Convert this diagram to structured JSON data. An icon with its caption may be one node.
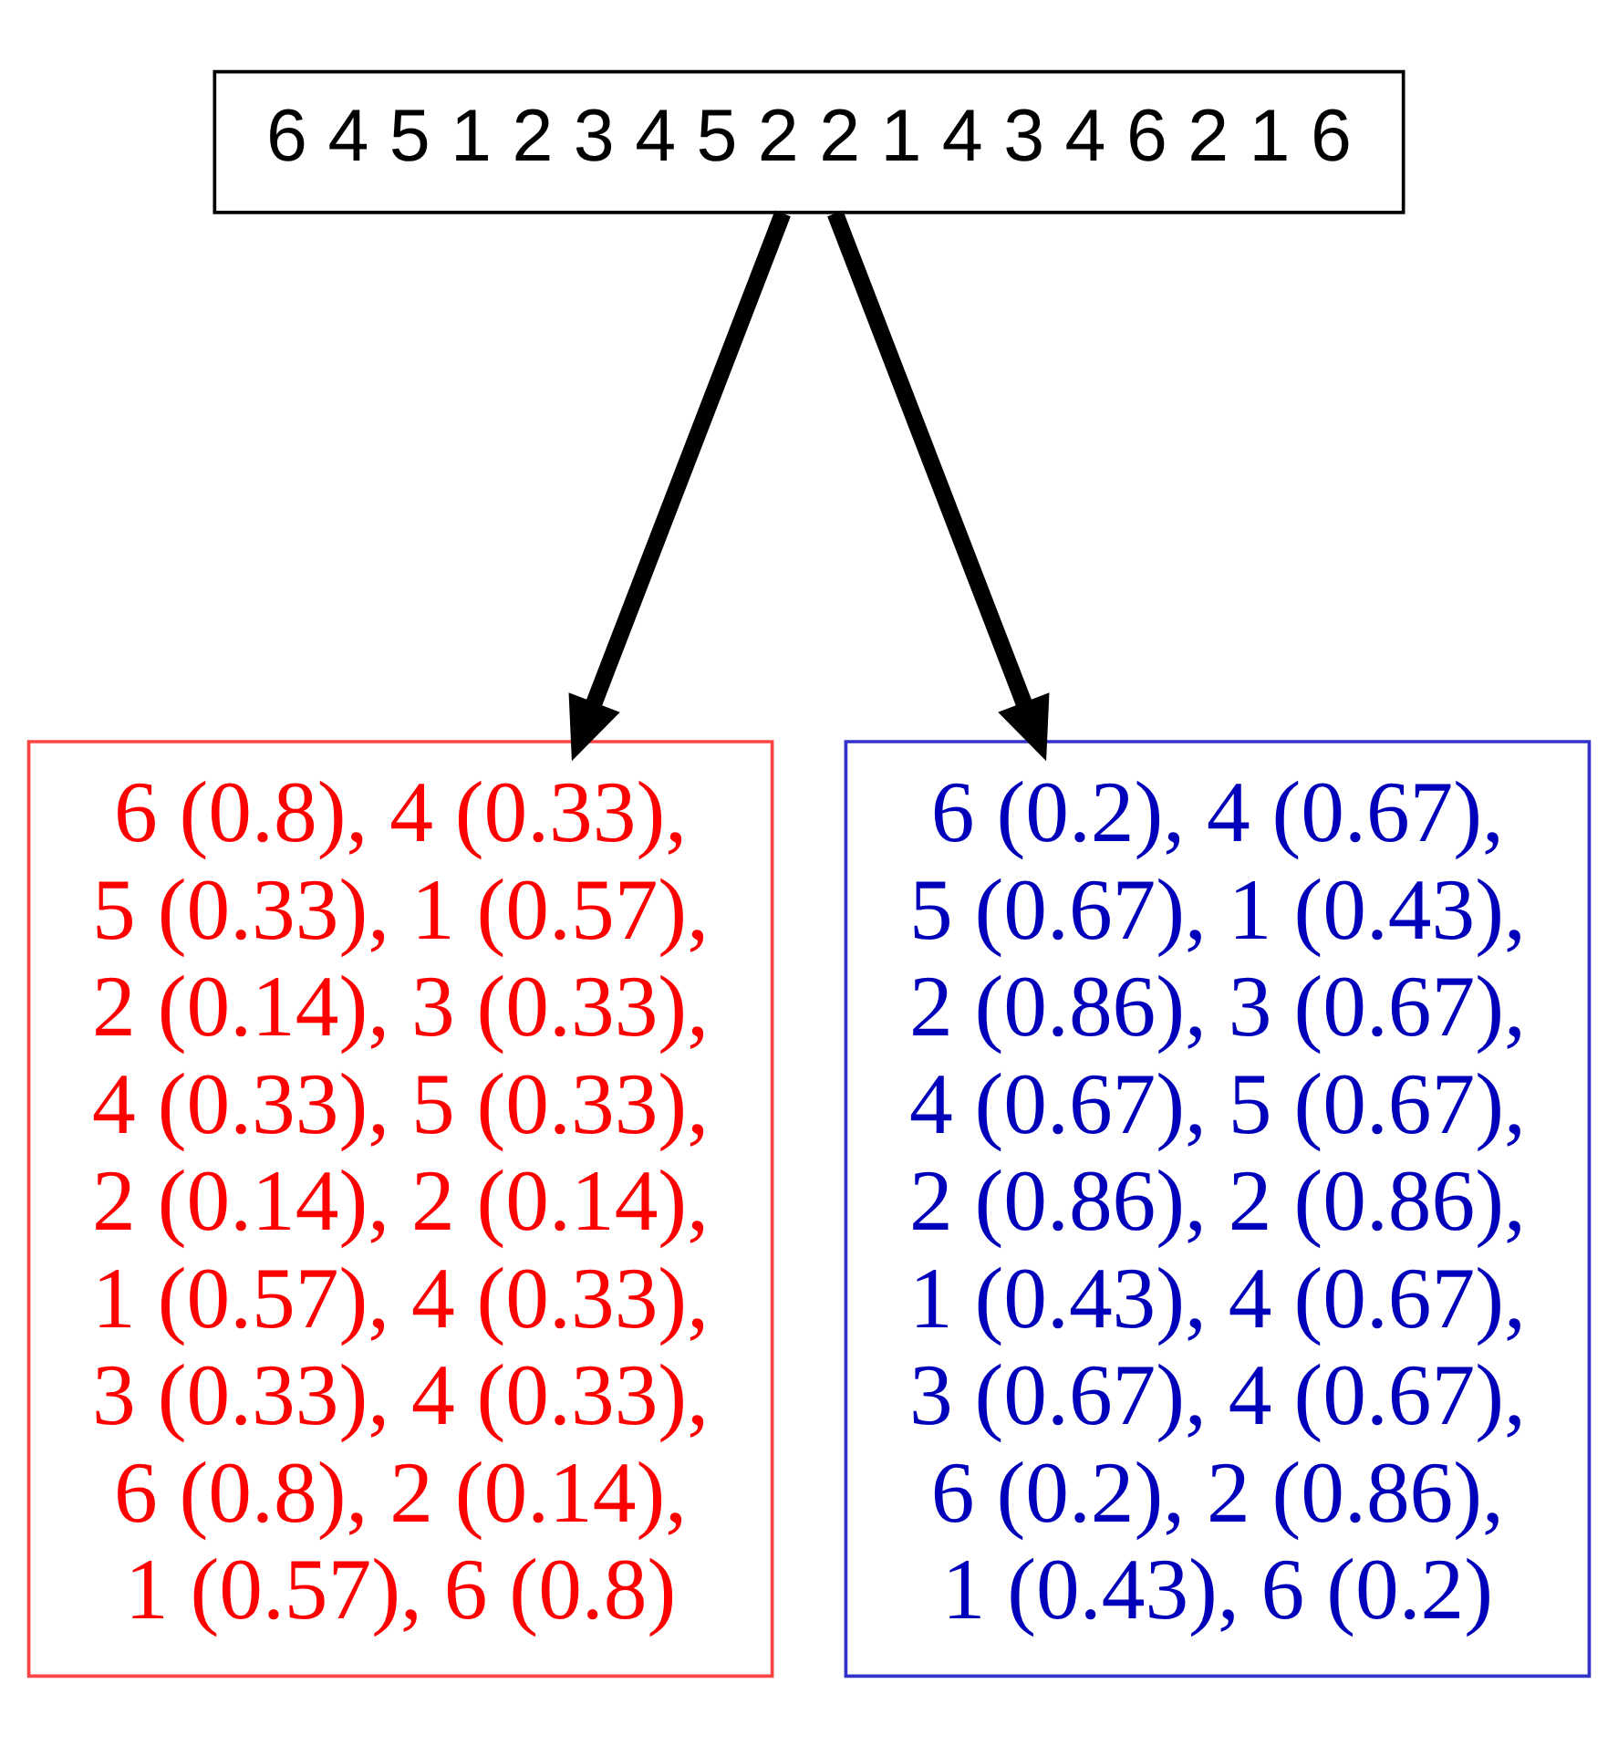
{
  "diagram": {
    "nodes": [
      {
        "text": [
          "6 4 5 1 2 3 4 5 2 2 1 4 3 4 6 2 1 6"
        ]
      },
      {
        "text": [
          "6 (0.8), 4 (0.33), 5 (0.33), 1 (0.57), 2 (0.14), 3 (0.33), 4 (0.33), 5 (0.33), 2 (0.14), 2 (0.14), 1 (0.57), 4 (0.33), 3 (0.33), 4 (0.33), 6 (0.8), 2 (0.14), 1 (0.57), 6 (0.8)"
        ]
      },
      {
        "text": [
          "6 (0.2), 4 (0.67), 5 (0.67), 1 (0.43), 2 (0.86), 3 (0.67), 4 (0.67), 5 (0.67), 2 (0.86), 2 (0.86), 1 (0.43), 4 (0.67), 3 (0.67), 4 (0.67), 6 (0.2), 2 (0.86), 1 (0.43), 6 (0.2)"
        ]
      }
    ],
    "edges": [
      {
        "from": 0,
        "to": 1,
        "arrow": "to"
      },
      {
        "from": 0,
        "to": 2,
        "arrow": "to"
      }
    ]
  }
}
